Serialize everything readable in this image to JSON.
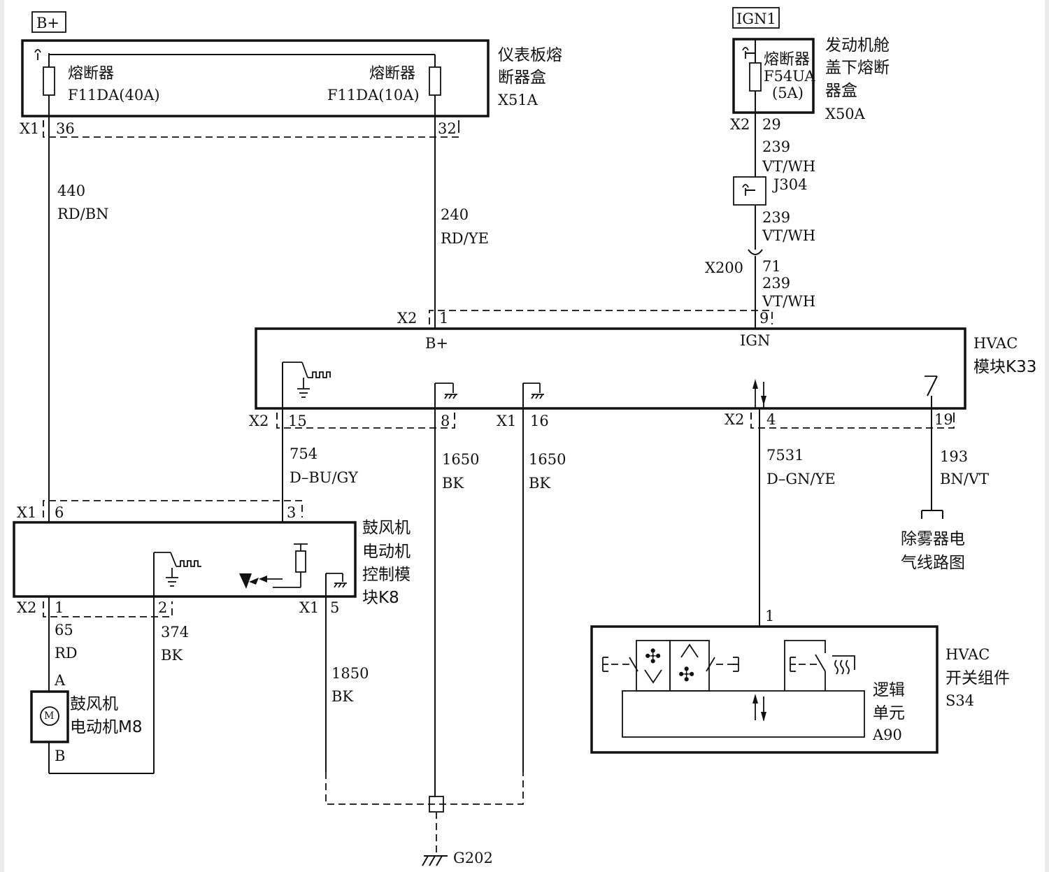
{
  "power": {
    "bplus": "B+",
    "ign1": "IGN1"
  },
  "fuse_box_x51a": {
    "title_line1": "仪表板熔",
    "title_line2": "断器盒",
    "code": "X51A",
    "fuse1_label": "熔断器",
    "fuse1_rating": "F11DA(40A)",
    "fuse2_label": "熔断器",
    "fuse2_rating": "F11DA(10A)",
    "connector": "X1",
    "pin_a": "36",
    "pin_b": "32"
  },
  "fuse_box_x50a": {
    "title_line1": "发动机舱",
    "title_line2": "盖下熔断",
    "title_line3": "器盒",
    "code": "X50A",
    "fuse_label": "熔断器",
    "fuse_id": "F54UA",
    "fuse_rating": "(5A)",
    "connector": "X2",
    "pin": "29"
  },
  "wires": {
    "w440": {
      "num": "440",
      "color": "RD/BN"
    },
    "w240": {
      "num": "240",
      "color": "RD/YE"
    },
    "w239a": {
      "num": "239",
      "color": "VT/WH"
    },
    "w239b": {
      "num": "239",
      "color": "VT/WH"
    },
    "w239c": {
      "num": "239",
      "color": "VT/WH"
    },
    "w754": {
      "num": "754",
      "color": "D–BU/GY"
    },
    "w1650a": {
      "num": "1650",
      "color": "BK"
    },
    "w1650b": {
      "num": "1650",
      "color": "BK"
    },
    "w7531": {
      "num": "7531",
      "color": "D–GN/YE"
    },
    "w193": {
      "num": "193",
      "color": "BN/VT"
    },
    "w65": {
      "num": "65",
      "color": "RD"
    },
    "w374": {
      "num": "374",
      "color": "BK"
    },
    "w1850": {
      "num": "1850",
      "color": "BK"
    }
  },
  "j304": "J304",
  "x200": {
    "label": "X200",
    "pin": "71"
  },
  "hvac_module": {
    "title_line1": "HVAC",
    "title_line2": "模块K33",
    "bplus_label": "B+",
    "ign_label": "IGN",
    "conn_top": "X2",
    "pin_top_1": "1",
    "pin_top_9": "9",
    "conn_bottom_left": "X2",
    "pin_15": "15",
    "pin_8": "8",
    "conn_x1": "X1",
    "pin_16": "16",
    "conn_bottom_right": "X2",
    "pin_4": "4",
    "pin_19": "19"
  },
  "defog_ref": {
    "line1": "除雾器电",
    "line2": "气线路图"
  },
  "blower_module": {
    "title_line1": "鼓风机",
    "title_line2": "电动机",
    "title_line3": "控制模",
    "title_line4": "块K8",
    "conn_top": "X1",
    "pin_6": "6",
    "pin_3": "3",
    "conn_bottom": "X2",
    "pin_1": "1",
    "pin_2": "2",
    "conn_x1": "X1",
    "pin_5": "5"
  },
  "motor": {
    "title_line1": "鼓风机",
    "title_line2": "电动机M8",
    "pin_a": "A",
    "pin_b": "B",
    "symbol": "M"
  },
  "switch_assembly": {
    "title_line1": "HVAC",
    "title_line2": "开关组件",
    "code": "S34",
    "pin": "1"
  },
  "logic_unit": {
    "line1": "逻辑",
    "line2": "单元",
    "code": "A90"
  },
  "ground": "G202"
}
